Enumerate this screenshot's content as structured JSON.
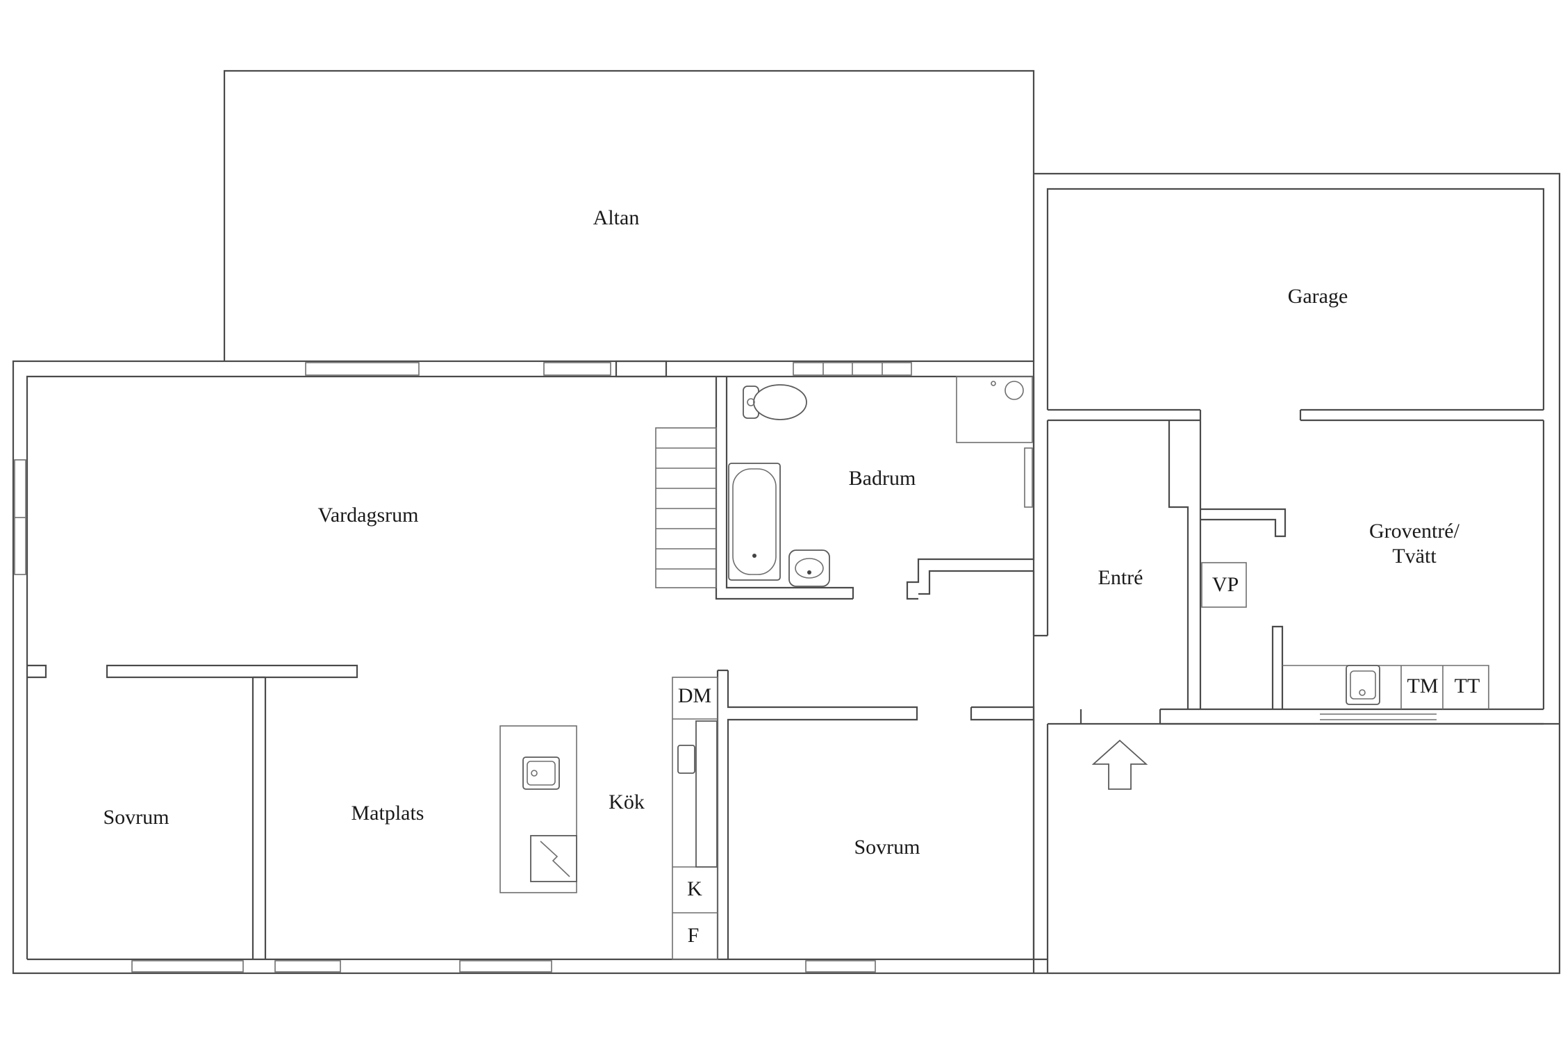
{
  "rooms": {
    "altan": "Altan",
    "garage": "Garage",
    "vardagsrum": "Vardagsrum",
    "badrum": "Badrum",
    "entre": "Entré",
    "groventre_line1": "Groventré/",
    "groventre_line2": "Tvätt",
    "sovrum_left": "Sovrum",
    "matplats": "Matplats",
    "kok": "Kök",
    "sovrum_right": "Sovrum"
  },
  "fixtures": {
    "vp": "VP",
    "dm": "DM",
    "k": "K",
    "f": "F",
    "tm": "TM",
    "tt": "TT"
  },
  "icons": {
    "entry_arrow": "up-arrow-icon",
    "sink": "sink-icon",
    "toilet": "toilet-icon",
    "bathtub": "bathtub-icon",
    "stove": "stove-icon",
    "stairs": "stairs-icon"
  }
}
